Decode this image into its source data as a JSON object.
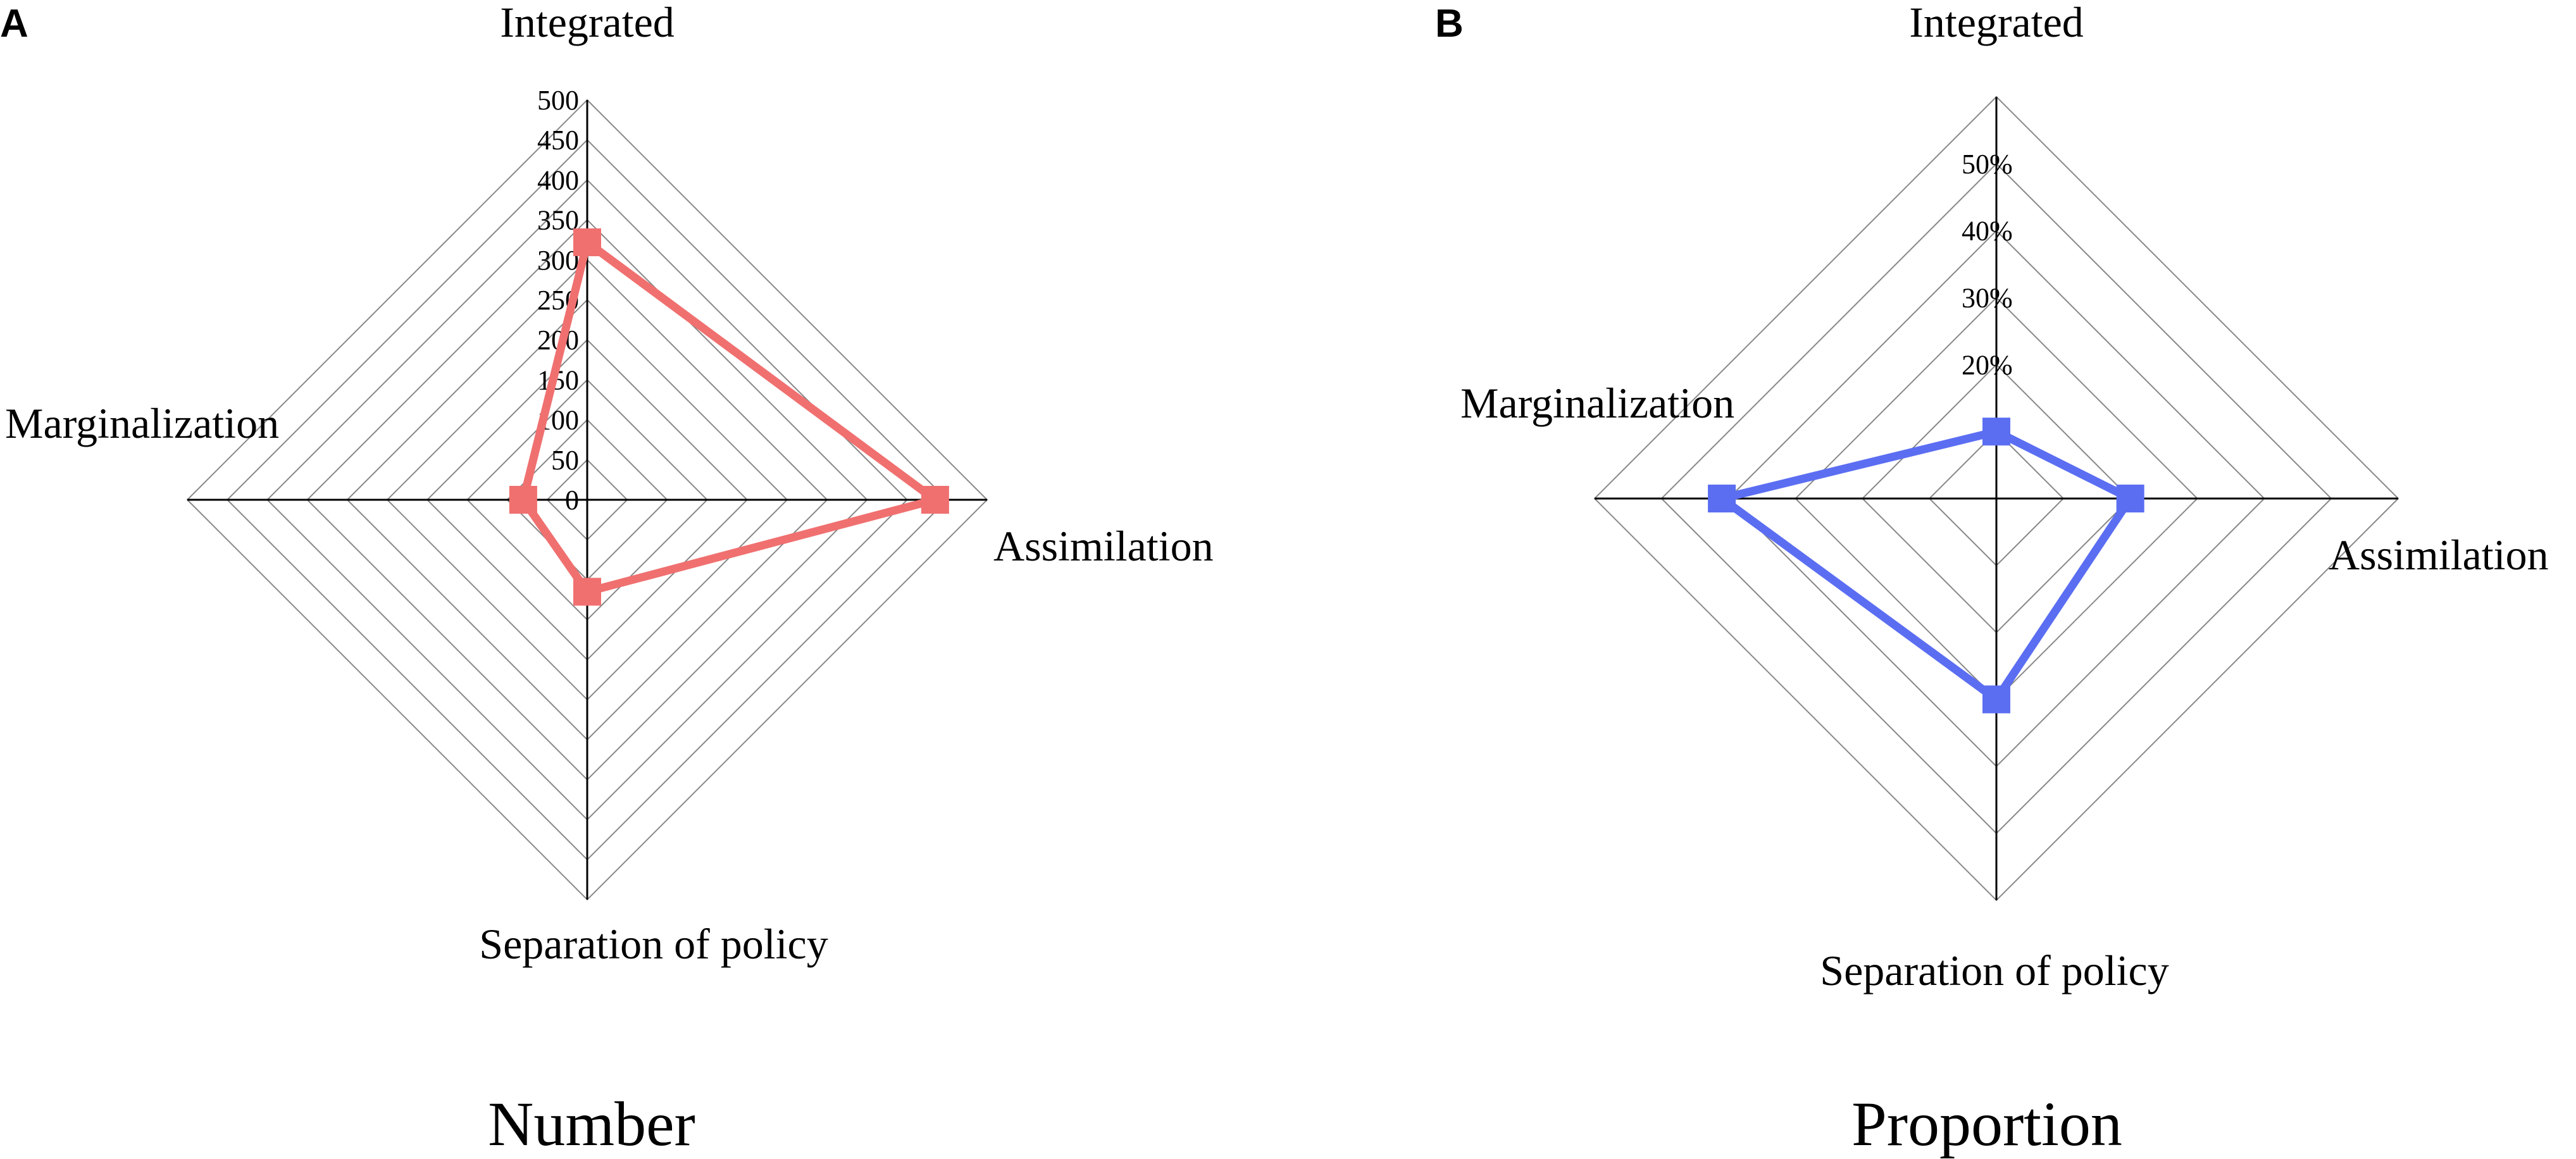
{
  "chart_data": [
    {
      "type": "radar",
      "panel_label": "A",
      "caption": "Number",
      "axes": [
        "Integrated",
        "Assimilation",
        "Separation of policy",
        "Marginalization"
      ],
      "ticks": [
        "0",
        "50",
        "100",
        "150",
        "200",
        "250",
        "300",
        "350",
        "400",
        "450",
        "500"
      ],
      "range": [
        0,
        500
      ],
      "grid_levels": 10,
      "values": [
        322,
        435,
        115,
        80
      ],
      "color": "#f07070"
    },
    {
      "type": "radar",
      "panel_label": "B",
      "caption": "Proportion",
      "axes": [
        "Integrated",
        "Assimilation",
        "Separation of policy",
        "Marginalization"
      ],
      "ticks": [
        "20%",
        "30%",
        "40%",
        "50%"
      ],
      "range": [
        0,
        60
      ],
      "grid_levels": 6,
      "values": [
        10,
        20,
        30,
        41
      ],
      "color": "#5b6ef2"
    }
  ]
}
